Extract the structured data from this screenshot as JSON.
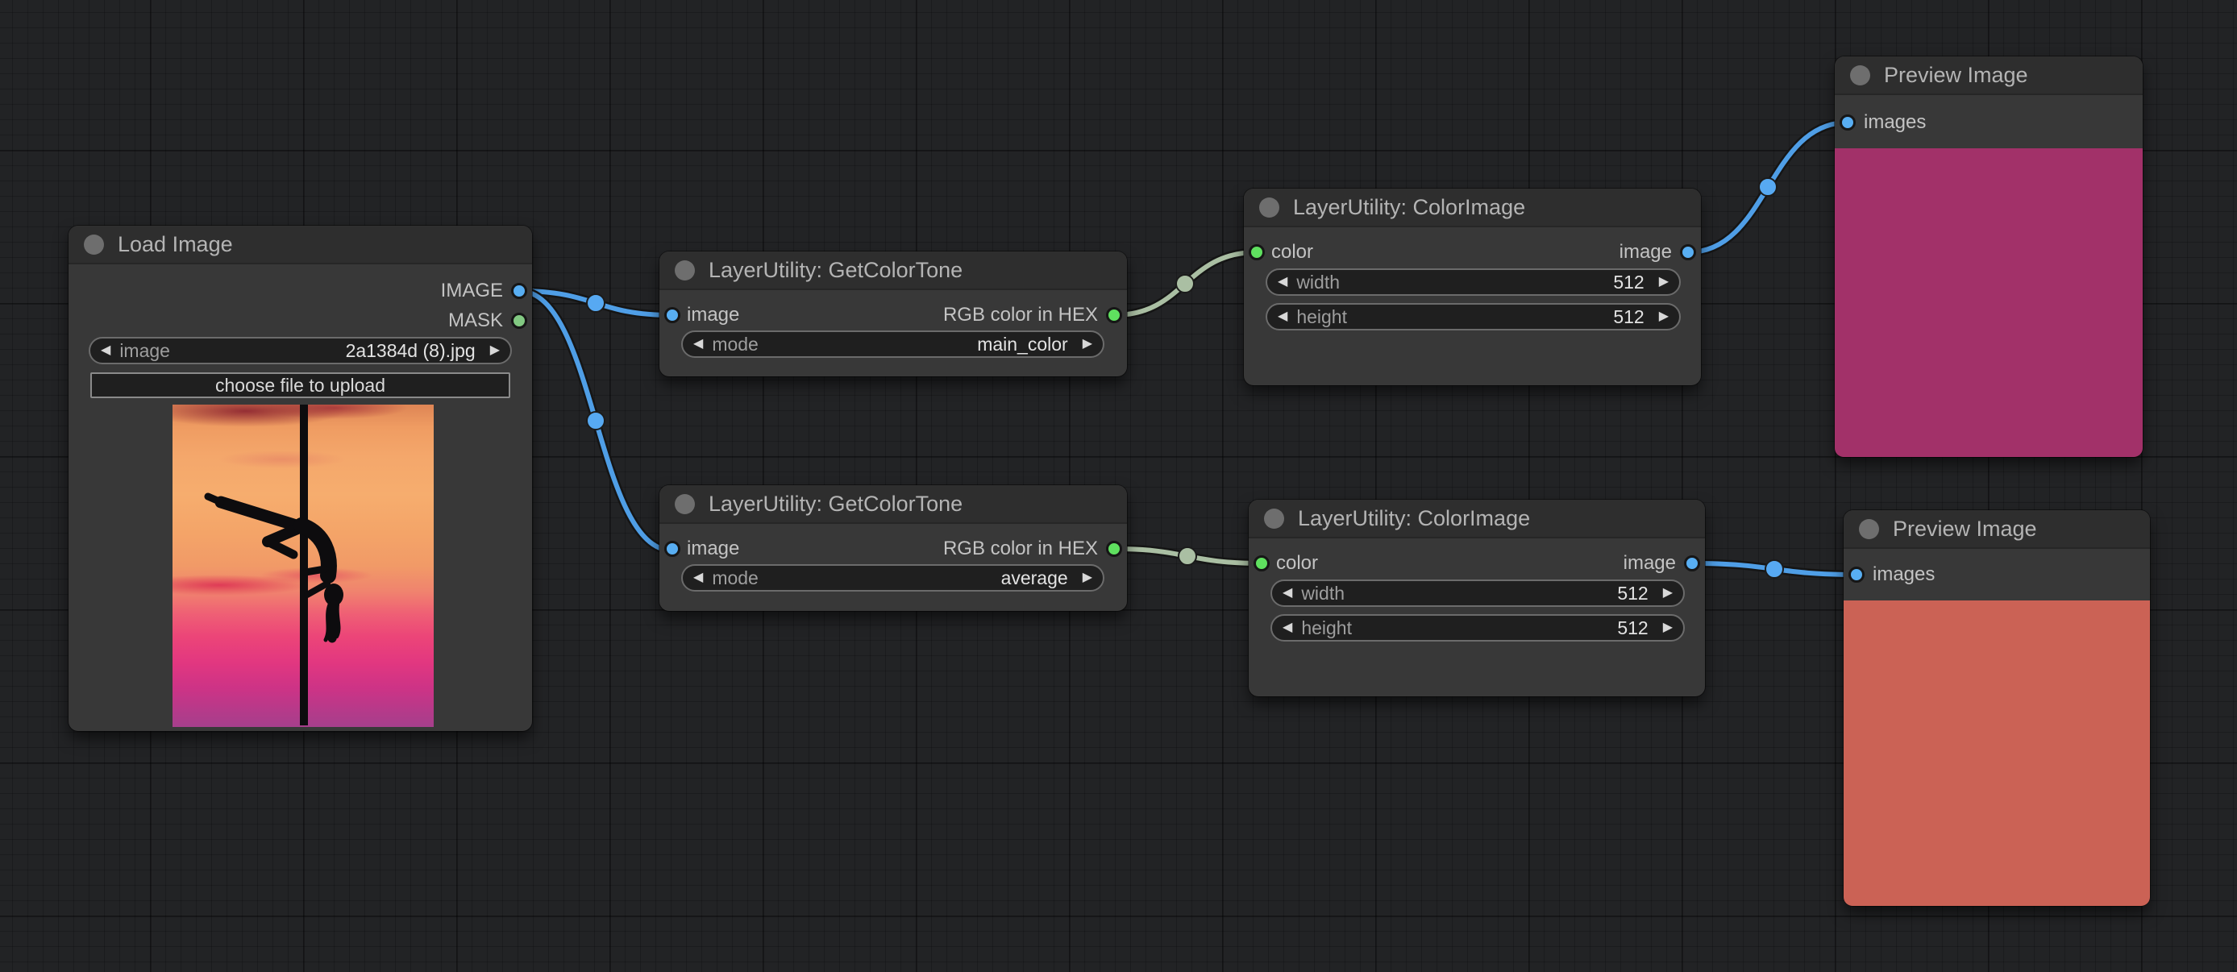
{
  "canvas": {
    "background_color": "#222325",
    "grid_minor_color": "#1d1e1f",
    "grid_major_color": "#191a1b"
  },
  "icons": {
    "left_arrow": "◀",
    "right_arrow": "▶"
  },
  "links": {
    "image_wire_color": "#4f9ee6",
    "image_wire_dot_color": "#57a9f2",
    "string_wire_color": "#aabfa3",
    "image_slot_color": "#58aef2",
    "mask_slot_color": "#82c982",
    "color_slot_color": "#5fe05f"
  },
  "nodes": {
    "load_image": {
      "title": "Load Image",
      "output_image_label": "IMAGE",
      "output_mask_label": "MASK",
      "image_widget": {
        "label": "image",
        "value": "2a1384d (8).jpg"
      },
      "upload_button_label": "choose file to upload",
      "source_image": {
        "description": "silhouette of a pole dancer against a sunset sky",
        "sky_top_color": "#f2a064",
        "sky_mid_color": "#ef6072",
        "sky_bottom_color": "#a63f8c",
        "silhouette_color": "#0d0c0e"
      }
    },
    "get_color_tone_main": {
      "title": "LayerUtility: GetColorTone",
      "input_image_label": "image",
      "output_hex_label": "RGB color in HEX",
      "mode_widget": {
        "label": "mode",
        "value": "main_color"
      }
    },
    "get_color_tone_average": {
      "title": "LayerUtility: GetColorTone",
      "input_image_label": "image",
      "output_hex_label": "RGB color in HEX",
      "mode_widget": {
        "label": "mode",
        "value": "average"
      }
    },
    "color_image_top": {
      "title": "LayerUtility: ColorImage",
      "input_color_label": "color",
      "output_image_label": "image",
      "width_widget": {
        "label": "width",
        "value": "512"
      },
      "height_widget": {
        "label": "height",
        "value": "512"
      }
    },
    "color_image_bottom": {
      "title": "LayerUtility: ColorImage",
      "input_color_label": "color",
      "output_image_label": "image",
      "width_widget": {
        "label": "width",
        "value": "512"
      },
      "height_widget": {
        "label": "height",
        "value": "512"
      }
    },
    "preview_image_top": {
      "title": "Preview Image",
      "input_images_label": "images",
      "result_color": "#a23169"
    },
    "preview_image_bottom": {
      "title": "Preview Image",
      "input_images_label": "images",
      "result_color": "#cb6255"
    }
  }
}
